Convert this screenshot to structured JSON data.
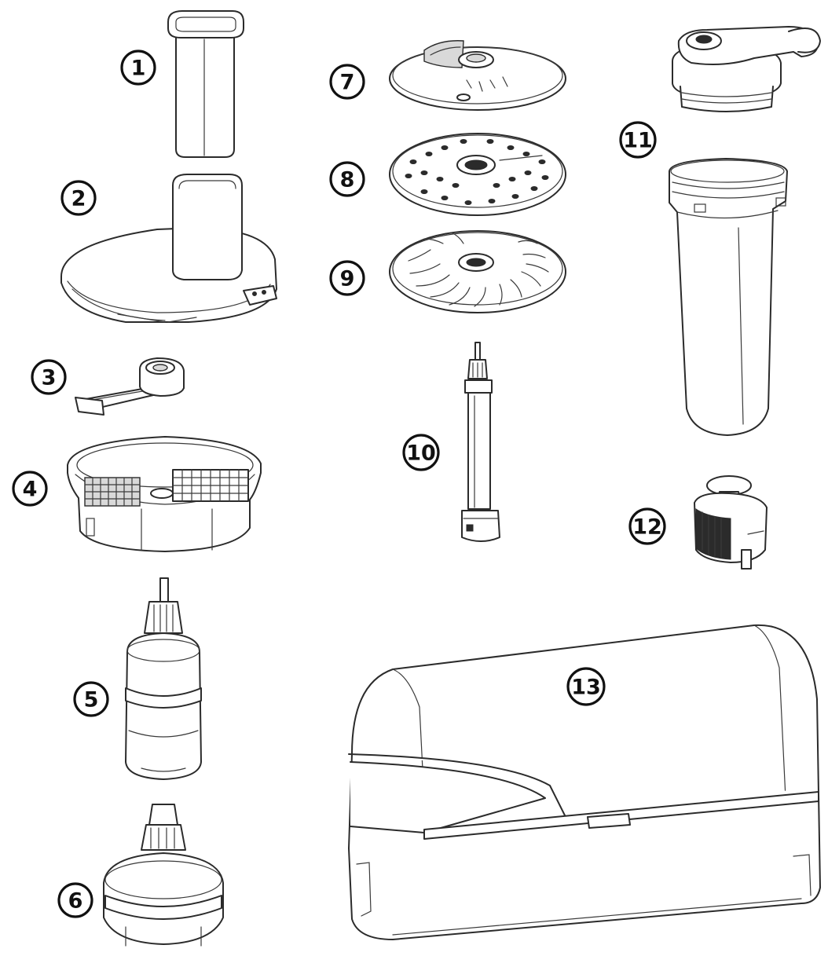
{
  "diagram": {
    "type": "exploded-parts-view",
    "line_color": "#2b2b2b",
    "background": "#ffffff",
    "callouts": [
      {
        "id": "callout-1",
        "label": "1"
      },
      {
        "id": "callout-2",
        "label": "2"
      },
      {
        "id": "callout-3",
        "label": "3"
      },
      {
        "id": "callout-4",
        "label": "4"
      },
      {
        "id": "callout-5",
        "label": "5"
      },
      {
        "id": "callout-6",
        "label": "6"
      },
      {
        "id": "callout-7",
        "label": "7"
      },
      {
        "id": "callout-8",
        "label": "8"
      },
      {
        "id": "callout-9",
        "label": "9"
      },
      {
        "id": "callout-10",
        "label": "10"
      },
      {
        "id": "callout-11",
        "label": "11"
      },
      {
        "id": "callout-12",
        "label": "12"
      },
      {
        "id": "callout-13",
        "label": "13"
      }
    ]
  }
}
